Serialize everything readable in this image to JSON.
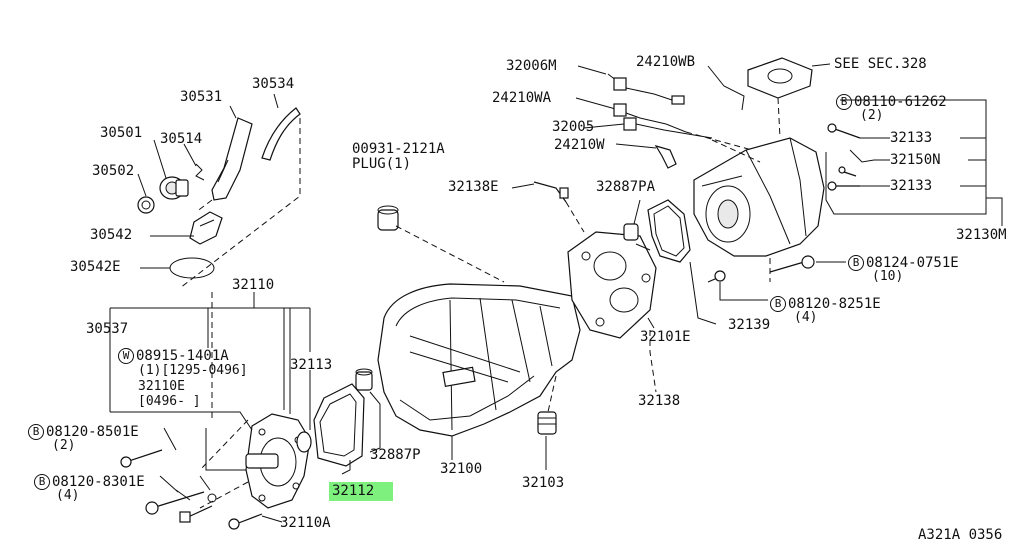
{
  "labels": {
    "p30534": "30534",
    "p30531": "30531",
    "p30501": "30501",
    "p30514": "30514",
    "p30502": "30502",
    "p30542": "30542",
    "p30542e": "30542E",
    "p32110": "32110",
    "p30537": "30537",
    "w_code": "08915-1401A",
    "w_qty": "(1)[1295-0496]",
    "p32110e": "32110E",
    "p32110e_range": "[0496-    ]",
    "p32113": "32113",
    "b_8501e": "08120-8501E",
    "b_8501e_qty": "(2)",
    "b_8301e": "08120-8301E",
    "b_8301e_qty": "(4)",
    "p32110a": "32110A",
    "p32112": "32112",
    "p32887p": "32887P",
    "p32100": "32100",
    "p32103": "32103",
    "plug_code": "00931-2121A",
    "plug_name": "PLUG(1)",
    "p32138e": "32138E",
    "p32887pa": "32887PA",
    "p32101e": "32101E",
    "p32138": "32138",
    "p32139": "32139",
    "b_8251e": "08120-8251E",
    "b_8251e_qty": "(4)",
    "b_0751e": "08124-0751E",
    "b_0751e_qty": "(10)",
    "p32130m": "32130M",
    "p32133a": "32133",
    "p32150n": "32150N",
    "p32133b": "32133",
    "b_61262": "08110-61262",
    "b_61262_qty": "(2)",
    "see_sec": "SEE SEC.328",
    "p24210wb": "24210WB",
    "p32006m": "32006M",
    "p24210wa": "24210WA",
    "p32005": "32005",
    "p24210w": "24210W",
    "ref": "A321A 0356"
  },
  "markers": {
    "bolt": "B",
    "washer": "W"
  },
  "highlight": {
    "part": "32112",
    "color": "#7ef07e"
  }
}
